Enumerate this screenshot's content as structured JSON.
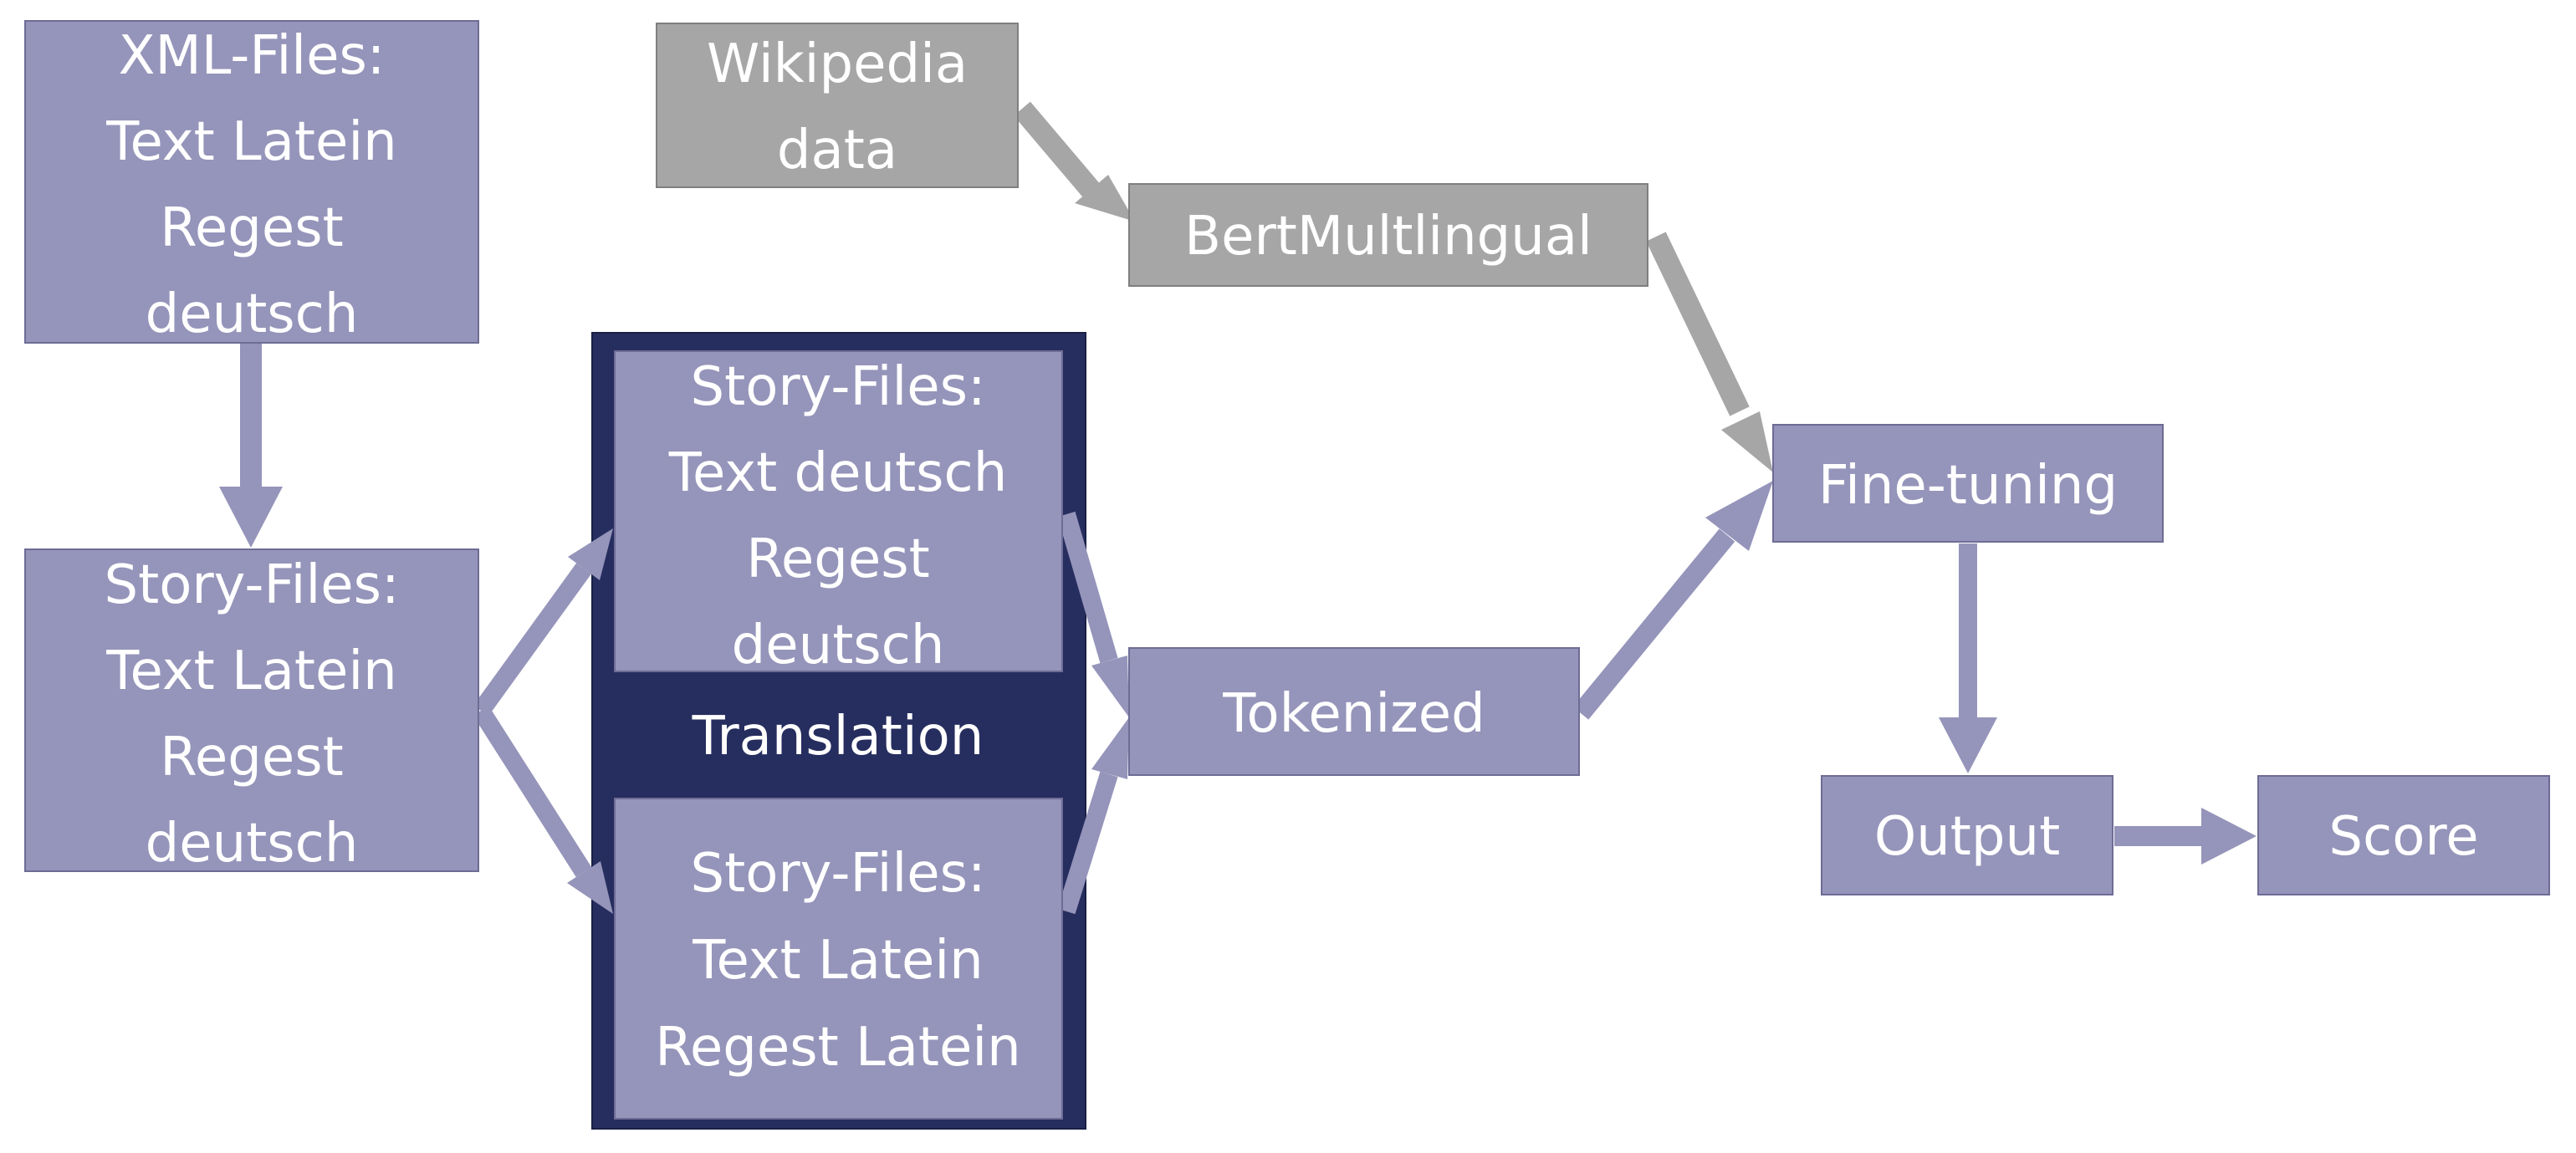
{
  "colors": {
    "box_fill": "#9594ba",
    "box_border": "#6e6c95",
    "gray_fill": "#a6a6a6",
    "gray_border": "#7f7f7f",
    "group_fill": "#262e5f",
    "arrow_purple": "#9594ba",
    "arrow_gray": "#a6a6a6",
    "text": "#ffffff"
  },
  "nodes": {
    "xml_files": [
      "XML-Files:",
      "Text Latein",
      "Regest",
      "deutsch"
    ],
    "story_files_left": [
      "Story-Files:",
      "Text Latein",
      "Regest",
      "deutsch"
    ],
    "wikipedia_data": [
      "Wikipedia",
      "data"
    ],
    "bert_multilingual": "BertMultlingual",
    "story_files_de": [
      "Story-Files:",
      "Text deutsch",
      "Regest",
      "deutsch"
    ],
    "translation_label": "Translation",
    "story_files_la": [
      "Story-Files:",
      "Text Latein",
      "Regest Latein"
    ],
    "tokenized": "Tokenized",
    "fine_tuning": "Fine-tuning",
    "output": "Output",
    "score": "Score"
  }
}
